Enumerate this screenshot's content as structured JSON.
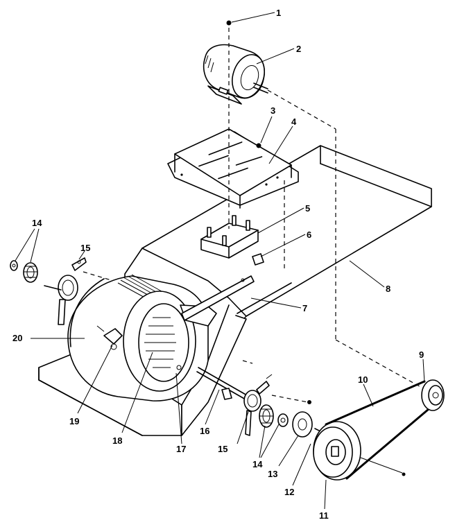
{
  "callouts": [
    {
      "id": "c1",
      "label": "1"
    },
    {
      "id": "c2",
      "label": "2"
    },
    {
      "id": "c3",
      "label": "3"
    },
    {
      "id": "c4",
      "label": "4"
    },
    {
      "id": "c5",
      "label": "5"
    },
    {
      "id": "c6",
      "label": "6"
    },
    {
      "id": "c7",
      "label": "7"
    },
    {
      "id": "c8",
      "label": "8"
    },
    {
      "id": "c9",
      "label": "9"
    },
    {
      "id": "c10",
      "label": "10"
    },
    {
      "id": "c11",
      "label": "11"
    },
    {
      "id": "c12",
      "label": "12"
    },
    {
      "id": "c13",
      "label": "13"
    },
    {
      "id": "c14a",
      "label": "14"
    },
    {
      "id": "c14b",
      "label": "14"
    },
    {
      "id": "c15a",
      "label": "15"
    },
    {
      "id": "c15b",
      "label": "15"
    },
    {
      "id": "c16",
      "label": "16"
    },
    {
      "id": "c17",
      "label": "17"
    },
    {
      "id": "c18",
      "label": "18"
    },
    {
      "id": "c19",
      "label": "19"
    },
    {
      "id": "c20",
      "label": "20"
    }
  ]
}
